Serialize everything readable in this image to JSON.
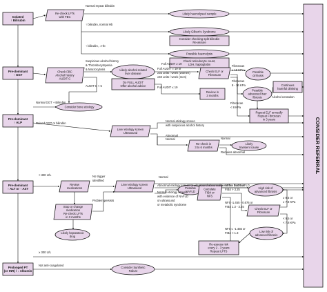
{
  "colors": {
    "fill": "#e8d5ea",
    "stroke": "#1a1a1a",
    "line": "#111111",
    "sidebar_fill": "#e8d5ea"
  },
  "sidebar": {
    "label": "CONSIDER REFERRAL"
  },
  "categories": [
    {
      "id": "cat-bilirubin",
      "lines": [
        "Isolated",
        "↑ Bilirubin"
      ]
    },
    {
      "id": "cat-ggt",
      "lines": [
        "Pre-dominant",
        "↑ GGT"
      ]
    },
    {
      "id": "cat-alp",
      "lines": [
        "Pre-dominant",
        "↑ ALP"
      ]
    },
    {
      "id": "cat-alt-ast",
      "lines": [
        "Pre-dominant",
        "↑ ALT or ↑ AST"
      ]
    },
    {
      "id": "cat-pt-inr",
      "lines": [
        "Prolonged PT",
        "(or INR) / ↓ Albumin"
      ]
    }
  ],
  "nodes": [
    {
      "id": "recheck-fbc",
      "shape": "para",
      "lines": [
        "Re-check LFTs",
        "with FBC"
      ]
    },
    {
      "id": "haemolysed",
      "shape": "ellipse",
      "lines": [
        "Likely haemolysed sample"
      ]
    },
    {
      "id": "gilbert",
      "shape": "ellipse",
      "lines": [
        "Likely Gilbert's Syndrome"
      ]
    },
    {
      "id": "split-bili",
      "shape": "rect",
      "lines": [
        "Consider checking split bilirubin",
        "Re-assure"
      ]
    },
    {
      "id": "haemolysis",
      "shape": "ellipse",
      "lines": [
        "Possible haemolysis"
      ]
    },
    {
      "id": "reticulocyte",
      "shape": "rect",
      "lines": [
        "Check reticulocyte count,",
        "LDH, haptoglobin"
      ]
    },
    {
      "id": "check-fbc-ggt",
      "shape": "para",
      "lines": [
        "Check FBC",
        "Alcohol history",
        "AUDIT-C"
      ]
    },
    {
      "id": "alcohol-disease",
      "shape": "ellipse",
      "lines": [
        "Likely alcohol-related",
        "liver disease"
      ]
    },
    {
      "id": "full-audit",
      "shape": "rect",
      "lines": [
        "Do FULL AUDIT",
        "Offer alcohol advice"
      ]
    },
    {
      "id": "check-elf",
      "shape": "para",
      "lines": [
        "Check ELF or",
        "Fibroscan"
      ]
    },
    {
      "id": "cirrhosis",
      "shape": "ellipse",
      "lines": [
        "Possible",
        "cirrhosis"
      ]
    },
    {
      "id": "adv-fibrosis-a",
      "shape": "ellipse",
      "lines": [
        "Possible",
        "advanced liver",
        "fibrosis"
      ]
    },
    {
      "id": "continues",
      "shape": "rect",
      "lines": [
        "Continues",
        "harmful drinking"
      ]
    },
    {
      "id": "repeat-elf",
      "shape": "rect",
      "lines": [
        "Repeat ELF annually",
        "Repeat Fibroscan",
        "in 3 years"
      ]
    },
    {
      "id": "review-3m",
      "shape": "rect",
      "lines": [
        "Review in",
        "3 months"
      ]
    },
    {
      "id": "bone",
      "shape": "ellipse",
      "lines": [
        "Consider bone etiology"
      ]
    },
    {
      "id": "screen-us-alp",
      "shape": "para",
      "lines": [
        "Liver etiology screen",
        "Ultrasound"
      ]
    },
    {
      "id": "recheck-3-6",
      "shape": "para",
      "lines": [
        "Re-check in",
        "3 to 6 months"
      ]
    },
    {
      "id": "transient",
      "shape": "ellipse",
      "lines": [
        "Likely",
        "transient cause"
      ]
    },
    {
      "id": "review-meds",
      "shape": "para",
      "lines": [
        "Review",
        "medications"
      ]
    },
    {
      "id": "screen-us-alt",
      "shape": "para",
      "lines": [
        "Liver etiology screen",
        "Ultrasound"
      ]
    },
    {
      "id": "stop-meds",
      "shape": "para",
      "lines": [
        "Stop or change",
        "medication",
        "Re-check LFTs",
        "in 3 months"
      ]
    },
    {
      "id": "hepatotoxic",
      "shape": "ellipse",
      "lines": [
        "Likely hepatotoxic",
        "drug"
      ]
    },
    {
      "id": "nafld",
      "shape": "ellipse",
      "lines": [
        "Possible",
        "NAFLD"
      ]
    },
    {
      "id": "calc-fib4",
      "shape": "para",
      "lines": [
        "Calculate",
        "FIB4 or",
        "NFS"
      ]
    },
    {
      "id": "high-risk",
      "shape": "ellipse",
      "lines": [
        "High risk of",
        "advanced fibrosis"
      ]
    },
    {
      "id": "check-elf2",
      "shape": "para",
      "lines": [
        "Check ELF or",
        "Fibroscan"
      ]
    },
    {
      "id": "low-risk",
      "shape": "ellipse",
      "lines": [
        "Low risk of",
        "advanced fibrosis"
      ]
    },
    {
      "id": "reassess",
      "shape": "rect",
      "lines": [
        "Re-assess risk",
        "every 2 - 3 years",
        "Repeat LFTS"
      ]
    },
    {
      "id": "synthetic",
      "shape": "ellipse",
      "lines": [
        "Consider Synthetic",
        "Failure"
      ]
    }
  ],
  "labels": {
    "normal-repeat-bili": "Normal repeat bilirubin",
    "bili-normal-hb": "↑ bilirubin, normal Hb",
    "bili-low-hb": "↑ bilirubin, ↓ Hb",
    "susp-alcohol": "Suspicious alcohol history",
    "thrombo": "& Thrombocytopenia",
    "macro": "& Macrocytosis",
    "audit-c": "AUDIT-C < 5",
    "full-audit-19": "Full AUDIT ≥ 19",
    "full-audit-ranges": "Full AUDIT = 19 or",
    "units-wk-f": "≥35 units / week (women)",
    "units-wk-m": "≥50 units / week (men)",
    "full-audit-lt19": "Full AUDIT ≤ 19",
    "fibroscan-16": "Fibroscan",
    "kpa-16": "≥ 16 KPa",
    "fibroscan-8": "Fibroscan",
    "kpa-8-16": "8 - 16 KPa",
    "alcohol-cessation": "Alcohol cessation",
    "fibroscan-lt8": "Fibroscan",
    "kpa-lt8": "< 8 KPa",
    "normal-ggt-bili": "Normal GGT + Bilirubin",
    "raised-ggt-bili": "Raised GGT or bilirubin",
    "normal-etiology": "Normal etiology screen",
    "susp-alcohol-2": "with suspicious alcohol history",
    "abnormal-a": "Abnormal",
    "normal-a": "Normal",
    "normal-b": "Normal",
    "remains-abnormal": "Remains abnormal",
    "gt300": "< 300 U/L",
    "no-trigger": "No trigger",
    "identified": "identified",
    "normal-c": "Normal",
    "abnormal-etiology-us": "Abnormal etiology screen or ultrasound abnormalities other than NAFLD",
    "problem-persists": "Problem persists",
    "normal-etiology-screen": "Normal etiology screen",
    "evidence-nafld": "with evidence of NAFLD",
    "on-ultrasound": "on ultrasound",
    "metabolic": "or metabolic syndrome",
    "nfs-gt": "NFS ≥ 0.676 or",
    "fib4-gt": "FIB4 > 3.25",
    "nfs-mid": "NFS -1.455 - 0.676 or",
    "fib4-mid": "FIB4 1.3 - 3.25",
    "elf-ge": "≥ 9.5 or",
    "kpa-ge": "≥ 7.8 KPa",
    "elf-lt": "< 9.5 or",
    "kpa-lt": "< 7.8 KPa",
    "nfs-lt": "NFS ≤ -1.455 or",
    "fib4-lt": "FIB4 < 1.3",
    "gt300b": "≥ 300 U/L",
    "not-anticoag": "Not anti-coagulated"
  }
}
